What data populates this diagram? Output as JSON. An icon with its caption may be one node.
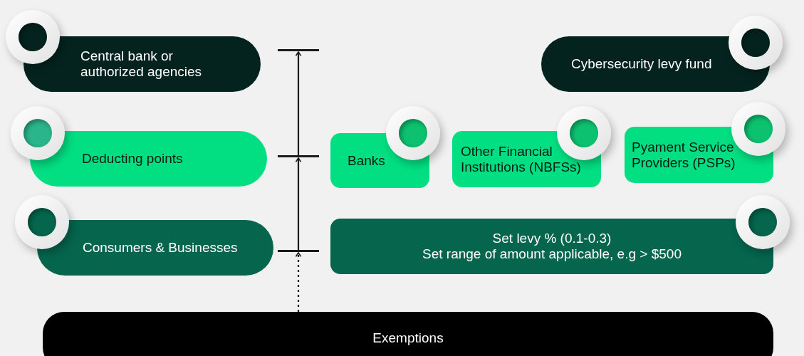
{
  "diagram": {
    "nodes": [
      {
        "text": [
          "Central bank or authorized agencies"
        ]
      },
      {
        "text": [],
        "shape": "bar"
      },
      {
        "text": [
          "Cybersecurity levy fund"
        ]
      },
      {
        "text": [
          "Deducting points"
        ]
      },
      {
        "text": [],
        "shape": "bar"
      },
      {
        "text": [
          "Banks"
        ]
      },
      {
        "text": [
          "Other Financial Institutions (NBFSs)"
        ]
      },
      {
        "text": [
          "Pyament Service Providers (PSPs)"
        ]
      },
      {
        "text": [
          "Consumers & Businesses"
        ]
      },
      {
        "text": [],
        "shape": "bar"
      },
      {
        "text": [
          "Set levy % (0.1-0.3)",
          "Set range of amount applicable, e.g > $500"
        ]
      },
      {
        "text": [
          "Exemptions"
        ]
      }
    ],
    "edges": [
      {
        "from": 4,
        "to": 1,
        "arrow": "to"
      },
      {
        "from": 9,
        "to": 4,
        "arrow": "to"
      },
      {
        "from": 11,
        "to": 9,
        "arrow": "to",
        "style": "dashed"
      }
    ]
  }
}
